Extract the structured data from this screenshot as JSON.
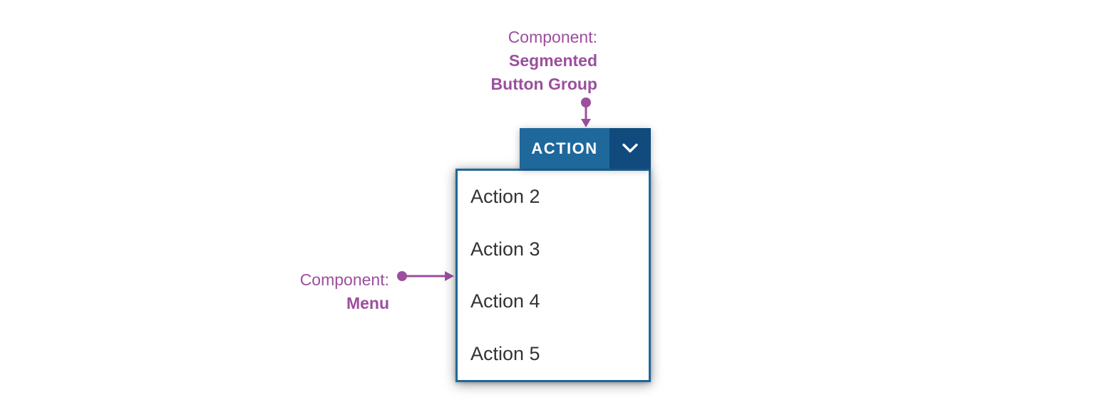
{
  "annotations": {
    "top": {
      "prefix": "Component:",
      "component_line1": "Segmented",
      "component_line2": "Button Group"
    },
    "left": {
      "prefix": "Component:",
      "component": "Menu"
    }
  },
  "segmented_button": {
    "primary_label": "ACTION",
    "dropdown_icon": "chevron-down"
  },
  "menu": {
    "items": [
      "Action 2",
      "Action 3",
      "Action 4",
      "Action 5"
    ]
  },
  "colors": {
    "primary_button_blue": "#1e689c",
    "dropdown_toggle_blue": "#114a7d",
    "menu_border_blue": "#1e689c",
    "annotation_purple": "#9b4f9d",
    "menu_item_text": "#333333",
    "button_label_text": "#ffffff"
  }
}
